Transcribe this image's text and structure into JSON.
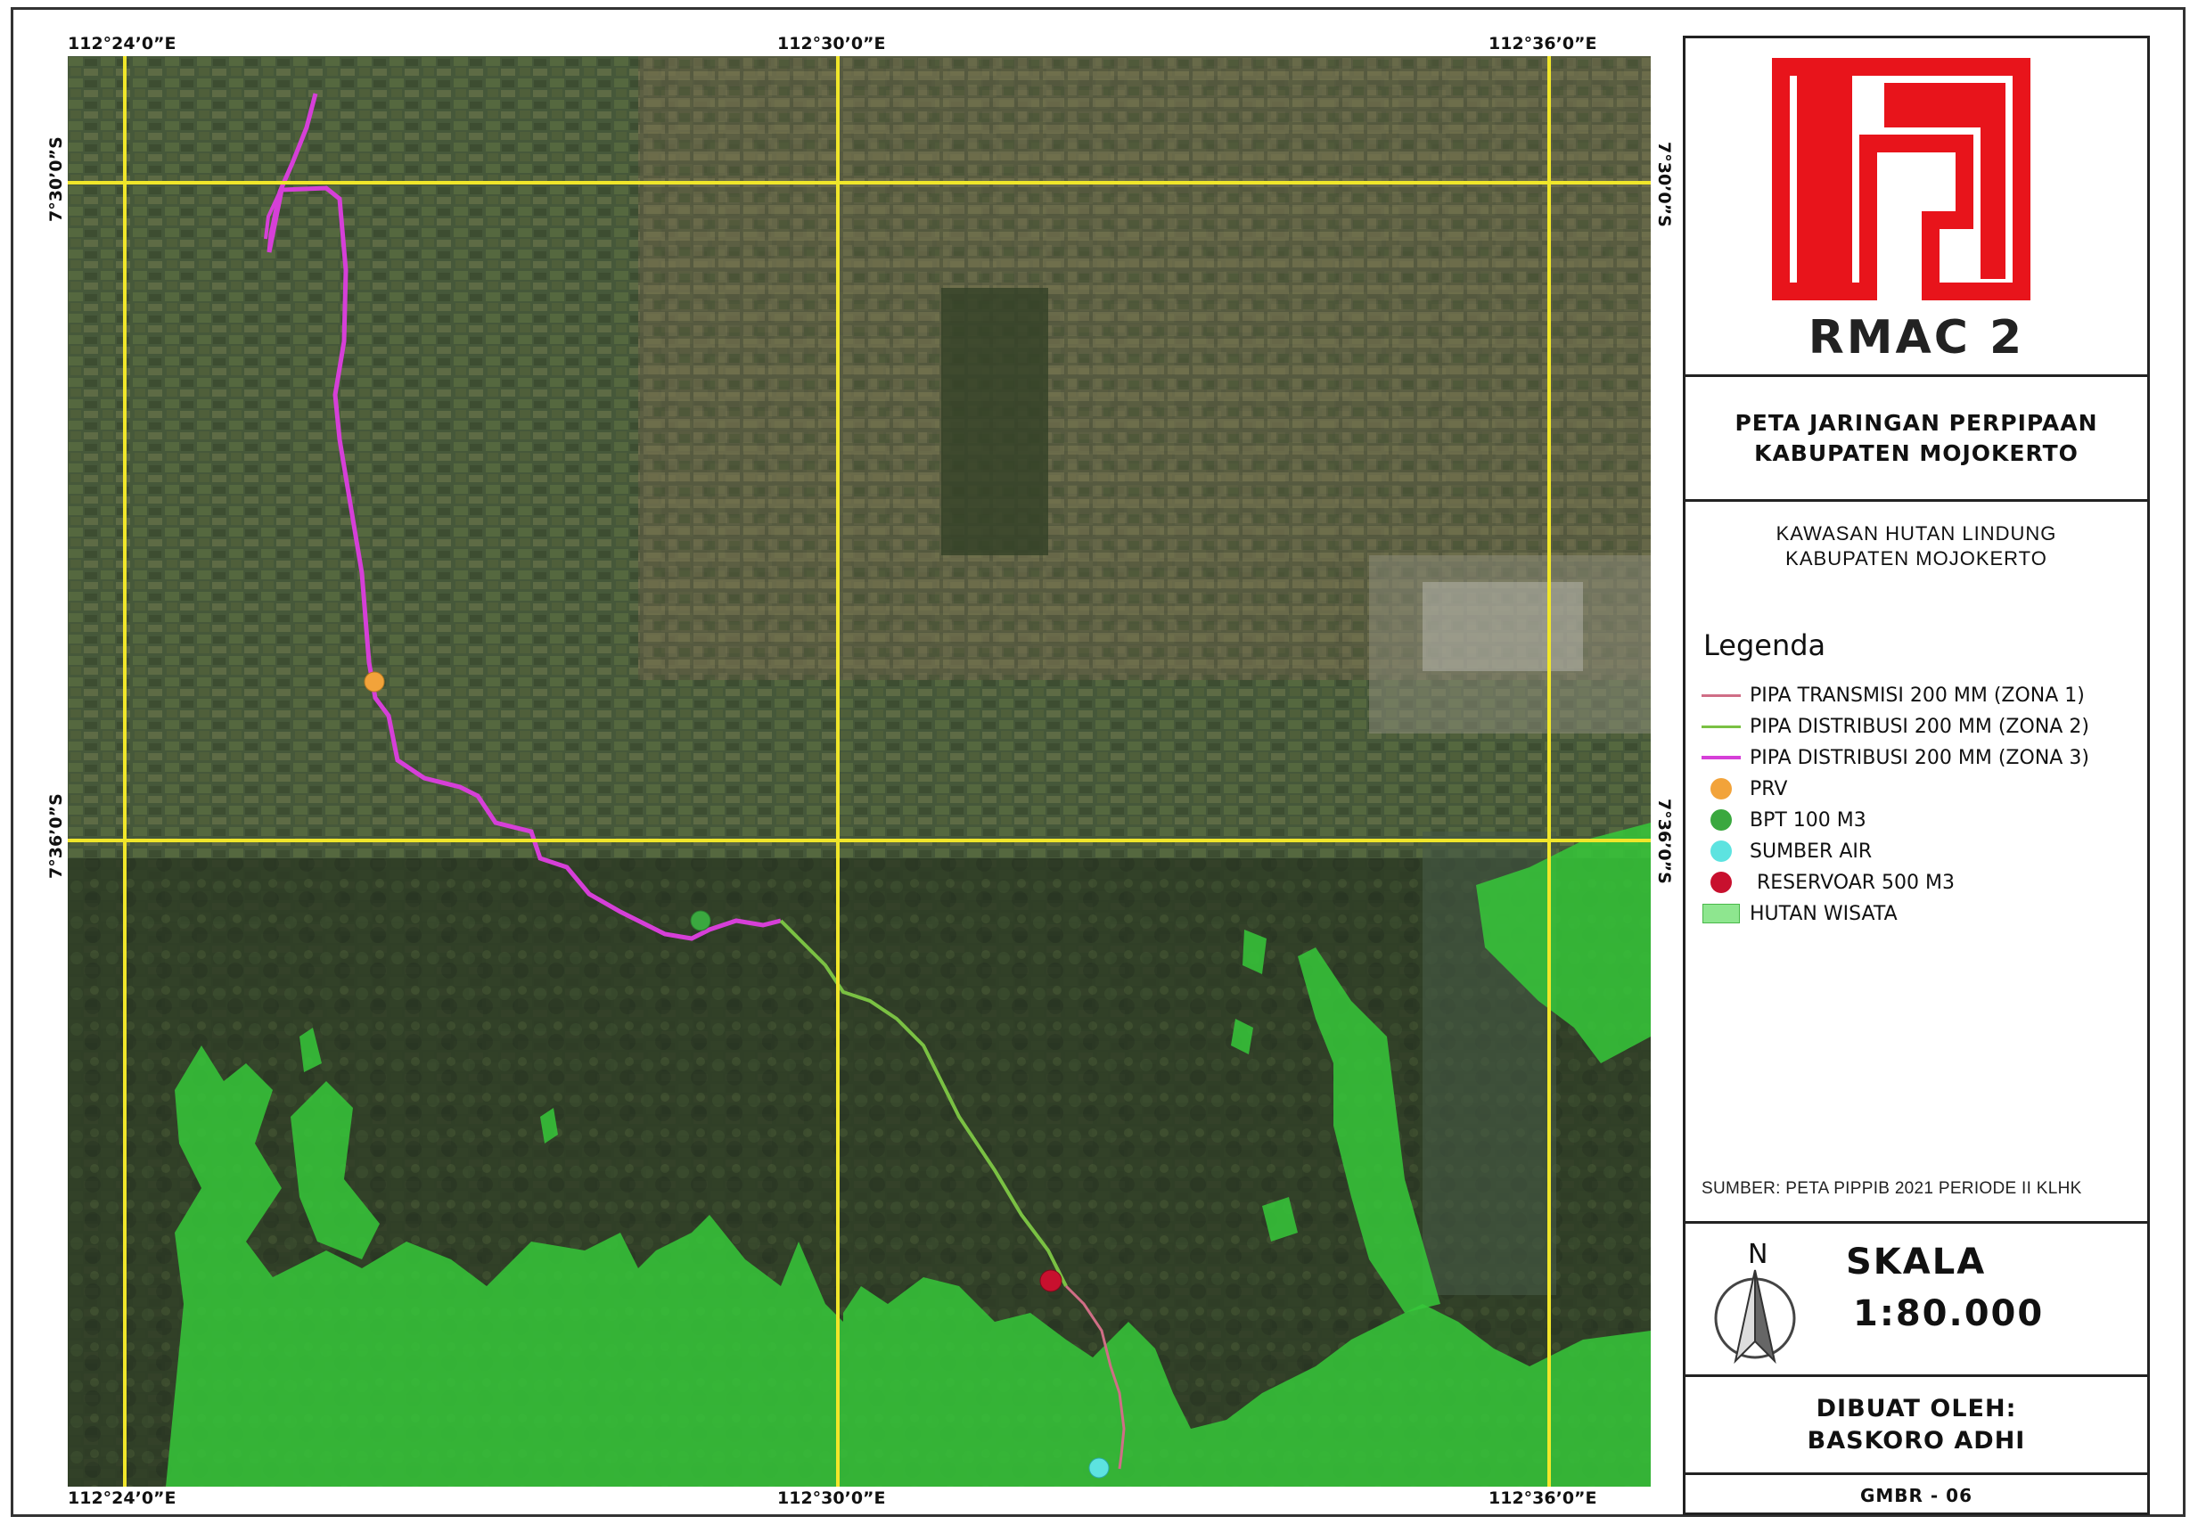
{
  "map": {
    "coords_top": [
      "112°24’0”E",
      "112°30’0”E",
      "112°36’0”E"
    ],
    "coords_bottom": [
      "112°24’0”E",
      "112°30’0”E",
      "112°36’0”E"
    ],
    "coords_left": [
      "7°30’0”S",
      "7°36’0”S"
    ],
    "coords_right": [
      "7°30’0”S",
      "7°36’0”S"
    ]
  },
  "logo": {
    "text": "RMAC 2",
    "color": "#e8141b"
  },
  "title": {
    "line1": "PETA JARINGAN PERPIPAAN",
    "line2": "KABUPATEN MOJOKERTO"
  },
  "subtitle": {
    "line1": "KAWASAN HUTAN LINDUNG",
    "line2": "KABUPATEN MOJOKERTO"
  },
  "legend": {
    "heading": "Legenda",
    "items": [
      {
        "label": "PIPA TRANSMISI 200 MM (ZONA 1)",
        "symbol": "line",
        "color": "#d06e86"
      },
      {
        "label": "PIPA DISTRIBUSI 200 MM (ZONA 2)",
        "symbol": "line",
        "color": "#7ac143"
      },
      {
        "label": "PIPA DISTRIBUSI 200 MM (ZONA 3)",
        "symbol": "line",
        "color": "#d63fd8"
      },
      {
        "label": "PRV",
        "symbol": "dot",
        "color": "#f2a33a"
      },
      {
        "label": "BPT 100 M3",
        "symbol": "dot",
        "color": "#3aa83f"
      },
      {
        "label": "SUMBER AIR",
        "symbol": "dot",
        "color": "#5de3e0"
      },
      {
        "label": "RESERVOAR 500 M3",
        "symbol": "dot",
        "color": "#c8102e"
      },
      {
        "label": "HUTAN WISATA",
        "symbol": "box",
        "color": "#8ee68f"
      }
    ]
  },
  "source": "SUMBER: PETA PIPPIB 2021 PERIODE II KLHK",
  "scale": {
    "title": "SKALA",
    "value": "1:80.000",
    "north_label": "N"
  },
  "author": {
    "line1": "DIBUAT OLEH:",
    "line2": "BASKORO ADHI"
  },
  "map_code": "GMBR - 06",
  "colors": {
    "grid": "#f0e62a",
    "forest": "#36c83a",
    "background": "#3b4a2c"
  }
}
